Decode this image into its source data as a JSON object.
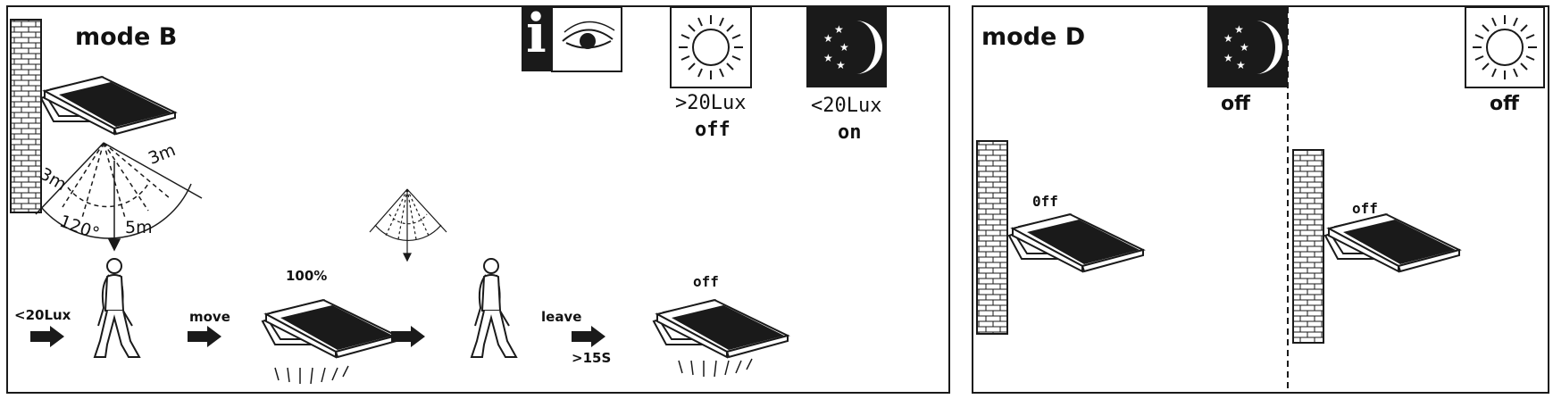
{
  "mode_b": {
    "title": "mode B",
    "info_symbol": "i",
    "day": {
      "lux": ">20Lux",
      "state": "off"
    },
    "night": {
      "lux": "<20Lux",
      "state": "on"
    },
    "detection": {
      "dist_left": "3m",
      "dist_right": "3m",
      "angle": "120°",
      "dist_down": "5m"
    },
    "sequence": {
      "step1_lux": "<20Lux",
      "step2_label": "move",
      "step3_percent": "100%",
      "step4_label": "leave",
      "step4_time": ">15S",
      "step5_state": "off"
    }
  },
  "mode_d": {
    "title": "mode D",
    "night_state": "off",
    "day_state": "off",
    "lamp_left_state": "0ff",
    "lamp_right_state": "off"
  },
  "icons": [
    "info-icon",
    "eye-icon",
    "sun-icon",
    "moon-stars-icon",
    "brick-wall-icon",
    "solar-lamp-icon",
    "person-walking-icon",
    "arrow-right-icon",
    "pir-sensor-icon"
  ],
  "colors": {
    "ink": "#1a1a1a",
    "night_bg": "#1a1a1a",
    "paper": "#ffffff"
  }
}
